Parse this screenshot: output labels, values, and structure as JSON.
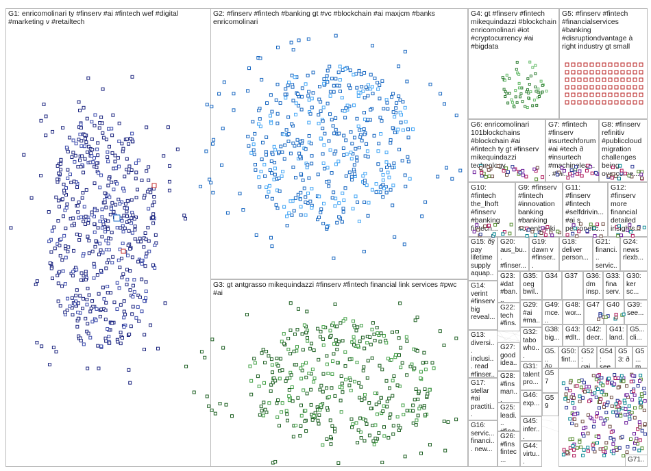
{
  "groups": [
    {
      "id": "G1",
      "label": "G1: enricomolinari ty #finserv #ai #fintech wef #digital #marketing v #retailtech",
      "color": "#1a237e"
    },
    {
      "id": "G2",
      "label": "G2: #finserv #fintech #banking gt #vc #blockchain #ai maxjcm #banks enricomolinari",
      "color": "#1565c0"
    },
    {
      "id": "G3",
      "label": "G3: gt antgrasso mikequindazzi #finserv #fintech financial link services #pwc #ai",
      "color": "#1b5e20"
    },
    {
      "id": "G4",
      "label": "G4: gt #finserv #fintech mikequindazzi #blockchain enricomolinari #iot #cryptocurrency #ai #bigdata",
      "color": "#2e7d32"
    },
    {
      "id": "G5",
      "label": "G5: #finserv #fintech #financialservices #banking #disruptiondvantage à right industry gt small",
      "color": "#b71c1c"
    },
    {
      "id": "G6",
      "label": "G6: enricomolinari 101blockchains #blockchain #ai #fintech ty gt #finserv mikequindazzi technology",
      "color": "#555555"
    },
    {
      "id": "G7",
      "label": "G7: #fintech #finserv insurtechforum #ai #tech ð #insurtech #machinelear... #ml...",
      "color": "#555555"
    },
    {
      "id": "G8",
      "label": "G8: #finserv refinitiv #publiccloud migration challenges being overcome...",
      "color": "#555555"
    },
    {
      "id": "G9",
      "label": "G9: #finserv #fintech #innovation banking #banking #openbanki... personetic...",
      "color": "#555555"
    },
    {
      "id": "G10",
      "label": "G10: #fintech the_lhoft #finserv #banking fintech...",
      "color": "#555555"
    },
    {
      "id": "G11",
      "label": "G11: #finserv #fintech #selfdrivin... #ai s personetic...",
      "color": "#555555"
    },
    {
      "id": "G12",
      "label": "G12: #finserv more financial detailed insights...",
      "color": "#555555"
    },
    {
      "id": "G15",
      "label": "G15: ðÿ pay lifetime supply aquap...",
      "color": "#555555"
    },
    {
      "id": "G20",
      "label": "G20: aus_bu... #finser...",
      "color": "#555555"
    },
    {
      "id": "G19",
      "label": "G19: dawn v #finser...",
      "color": "#555555"
    },
    {
      "id": "G18",
      "label": "G18: deliver person...",
      "color": "#555555"
    },
    {
      "id": "G21",
      "label": "G21: financi... servic...",
      "color": "#555555"
    },
    {
      "id": "G24",
      "label": "G24: news rlexb...",
      "color": "#555555"
    },
    {
      "id": "G14",
      "label": "G14: verint #finserv big reveal...",
      "color": "#555555"
    },
    {
      "id": "G23",
      "label": "G23: #dat #ban...",
      "color": "#555555"
    },
    {
      "id": "G35",
      "label": "G35: oeg bwil...",
      "color": "#555555"
    },
    {
      "id": "G34",
      "label": "G34",
      "color": "#555555"
    },
    {
      "id": "G37",
      "label": "G37",
      "color": "#555555"
    },
    {
      "id": "G36",
      "label": "G36: dm insp...",
      "color": "#555555"
    },
    {
      "id": "G33",
      "label": "G33: fina serv...",
      "color": "#555555"
    },
    {
      "id": "G30",
      "label": "G30: ker sc...",
      "color": "#555555"
    },
    {
      "id": "G22",
      "label": "G22: tech #fins...",
      "color": "#555555"
    },
    {
      "id": "G29",
      "label": "G29: #ai #ma...",
      "color": "#555555"
    },
    {
      "id": "G49",
      "label": "G49: mce...",
      "color": "#555555"
    },
    {
      "id": "G48",
      "label": "G48: wor...",
      "color": "#555555"
    },
    {
      "id": "G47",
      "label": "G47",
      "color": "#555555"
    },
    {
      "id": "G40",
      "label": "G40",
      "color": "#555555"
    },
    {
      "id": "G39",
      "label": "G39: see...",
      "color": "#555555"
    },
    {
      "id": "G13",
      "label": "G13: diversi... inclusi... read #finser...",
      "color": "#555555"
    },
    {
      "id": "G32",
      "label": "G32: tabo who...",
      "color": "#555555"
    },
    {
      "id": "G38",
      "label": "G38: big...",
      "color": "#555555"
    },
    {
      "id": "G43",
      "label": "G43: #dlt...",
      "color": "#555555"
    },
    {
      "id": "G42",
      "label": "G42: decr...",
      "color": "#555555"
    },
    {
      "id": "G41",
      "label": "G41: land...",
      "color": "#555555"
    },
    {
      "id": "G5x",
      "label": "G5... cli...",
      "color": "#555555"
    },
    {
      "id": "G27",
      "label": "G27: good idea...",
      "color": "#555555"
    },
    {
      "id": "G5a",
      "label": "G5... ðÿ...",
      "color": "#555555"
    },
    {
      "id": "G50",
      "label": "G50: fint...",
      "color": "#555555"
    },
    {
      "id": "G52",
      "label": "G52: gai...",
      "color": "#555555"
    },
    {
      "id": "G54",
      "label": "G54: see...",
      "color": "#555555"
    },
    {
      "id": "G53",
      "label": "G53: ð",
      "color": "#555555"
    },
    {
      "id": "G5b",
      "label": "G5... m",
      "color": "#555555"
    },
    {
      "id": "G17",
      "label": "G17: stellar #ai practiti...",
      "color": "#555555"
    },
    {
      "id": "G31",
      "label": "G31: talent pro...",
      "color": "#555555"
    },
    {
      "id": "G28",
      "label": "G28: #fins man...",
      "color": "#555555"
    },
    {
      "id": "G57",
      "label": "G57",
      "color": "#555555"
    },
    {
      "id": "G46",
      "label": "G46: exp...",
      "color": "#555555"
    },
    {
      "id": "G59",
      "label": "G59",
      "color": "#555555"
    },
    {
      "id": "G25",
      "label": "G25: leadi... #fina...",
      "color": "#555555"
    },
    {
      "id": "G45",
      "label": "G45: infer...",
      "color": "#555555"
    },
    {
      "id": "G16",
      "label": "G16: servic... financi... new...",
      "color": "#555555"
    },
    {
      "id": "G26",
      "label": "G26: #fins fintec...",
      "color": "#555555"
    },
    {
      "id": "G44",
      "label": "G44: virtu...",
      "color": "#555555"
    },
    {
      "id": "G71",
      "label": "G71...",
      "color": "#555555"
    }
  ]
}
